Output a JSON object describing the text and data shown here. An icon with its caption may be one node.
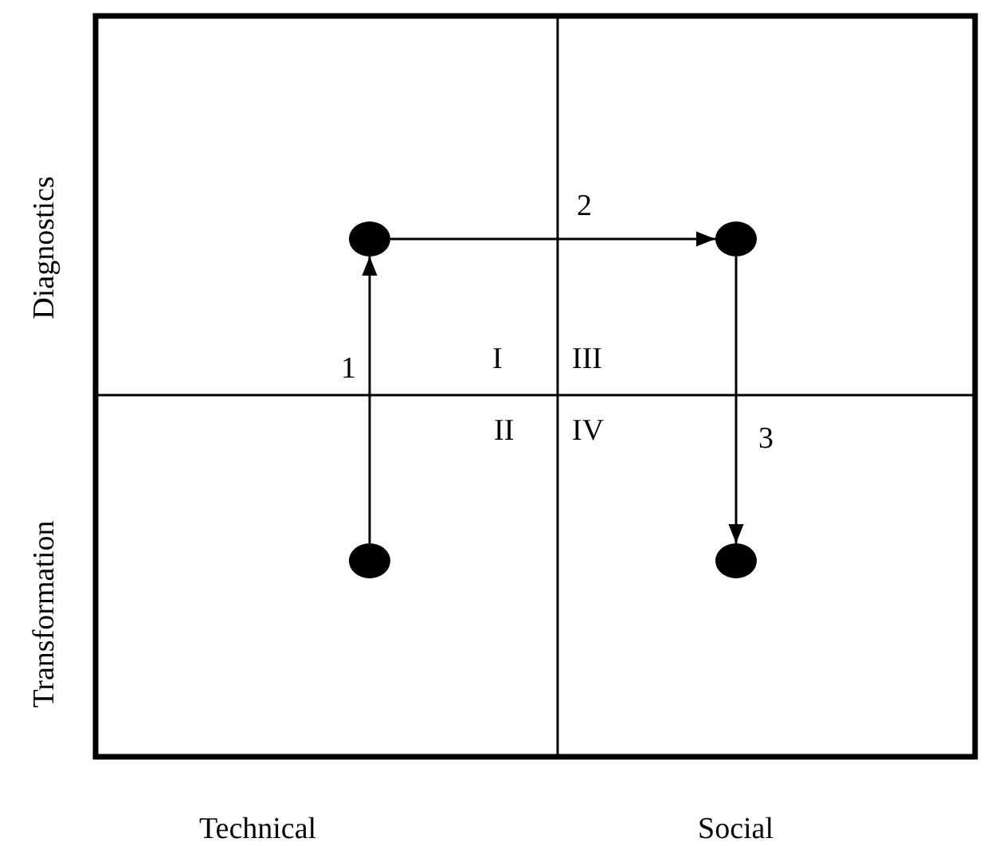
{
  "diagram": {
    "nodes": [
      {
        "text": [],
        "shape": "circle"
      },
      {
        "text": [],
        "shape": "circle"
      },
      {
        "text": [],
        "shape": "circle"
      },
      {
        "text": [],
        "shape": "circle"
      }
    ],
    "edges": [
      {
        "from": 2,
        "to": 0,
        "arrow": "to",
        "label": "1"
      },
      {
        "from": 0,
        "to": 1,
        "arrow": "to",
        "label": "2"
      },
      {
        "from": 1,
        "to": 3,
        "arrow": "to",
        "label": "3"
      }
    ],
    "labels": [
      "Diagnostics",
      "I",
      "III",
      "II",
      "IV",
      "Transformation",
      "Technical",
      "Social"
    ]
  }
}
